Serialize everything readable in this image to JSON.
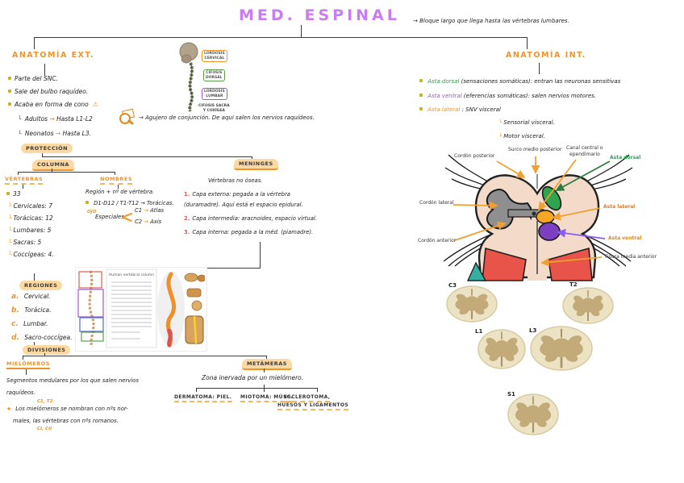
{
  "title": "MED. ESPINAL",
  "title_note": "Bloque largo que llega hasta las vértebras lumbares.",
  "glyphs": {
    "arrow": "→",
    "corner": "└",
    "warn": "⚠",
    "star": "★",
    "magnifier": "magnifier-doodle-icon"
  },
  "ext": {
    "heading": "ANATOMÍA EXT.",
    "b1": "Parte del SNC.",
    "b2": "Sale del bulbo raquídeo.",
    "b3": "Acaba en forma de cono",
    "adultos": "Adultos",
    "adultos_dest": "Hasta L1-L2",
    "neonatos": "Neonatos",
    "neonatos_dest": "Hasta L3.",
    "lupa_note": "Agujero de conjunción. De aquí salen los nervios raquídeos."
  },
  "proteccion": {
    "badge": "PROTECCIÓN",
    "columna": "COLUMNA",
    "vertebras": {
      "heading": "VÉRTEBRAS",
      "total": "33",
      "items": [
        "Cervicales: 7",
        "Torácicas: 12",
        "Lumbares: 5",
        "Sacras: 5",
        "Coccígeas: 4."
      ]
    },
    "nombres": {
      "heading": "NOMBRES",
      "l1": "Región + nº de vértebra.",
      "l2": "D1-D12 / T1-T12",
      "l2_dest": "Torácicas.",
      "ojo": "OJO",
      "especiales": "Especiales",
      "c1": "C1",
      "c1_dest": "Atlas",
      "c2": "C2",
      "c2_dest": "Axis"
    },
    "meninges": {
      "heading": "MENINGES",
      "intro": "Vértebras no óseas.",
      "n1": "1.",
      "i1": "Capa externa: pegada a la vértebra (duramadre). Aquí está el espacio epidural.",
      "n2": "2.",
      "i2": "Capa intermedia: aracnoides, espacio virtual.",
      "n3": "3.",
      "i3": "Capa interna: pegada a la méd. (piamadre)."
    }
  },
  "curvas": {
    "c1a": "LORDOSIS",
    "c1b": "CERVICAL",
    "c2a": "CIFOSIS",
    "c2b": "DORSAL",
    "c3a": "LORDOSIS",
    "c3b": "LUMBAR",
    "c4a": "CIFOSIS SACRA",
    "c4b": "Y COXÍGEA"
  },
  "regiones": {
    "badge": "REGIONES",
    "a": "a.",
    "a_t": "Cervical.",
    "b": "b.",
    "b_t": "Torácica.",
    "c": "c.",
    "c_t": "Lumbar.",
    "d": "d.",
    "d_t": "Sacro-coccígea."
  },
  "divisiones": {
    "badge": "DIVISIONES",
    "mielomeros": {
      "heading": "MIELÓMEROS",
      "l1": "Segmentos medulares por los que salen nervios",
      "l2": "raquídeos.",
      "ex_top": "C1, T2",
      "l3": "Los mielómeros se nombran con nºs nor-",
      "l4": "males, las vértebras con nºs romanos.",
      "ex_bottom": "CI, CII"
    },
    "metameras": {
      "heading": "METÁMERAS",
      "intro": "Zona inervada por un mielómero.",
      "b1": "DERMATOMA: PIEL.",
      "b2": "MIOTOMA: MÚSC.",
      "b3a": "ESCLEROTOMA,",
      "b3b": "HUESOS Y LIGAMENTOS"
    }
  },
  "int": {
    "heading": "ANATOMÍA INT.",
    "t1": "Asta dorsal",
    "r1": "(sensaciones somáticas): entran las neuronas sensitivas",
    "t2": "Asta ventral",
    "r2": "(eferencias somáticas): salen nervios motores.",
    "t3": "Asta lateral",
    "r3": ": SNV visceral",
    "s1": "Sensorial visceral.",
    "s2": "Motor visceral."
  },
  "cord": {
    "cordon_posterior": "Cordón posterior",
    "surco_medio": "Surco medio posterior",
    "canal_1": "Canal central o",
    "canal_2": "ependimario",
    "asta_dorsal": "Asta dorsal",
    "cordon_lateral": "Cordón lateral",
    "asta_lateral": "Asta lateral",
    "cordon_anterior": "Cordón anterior",
    "asta_ventral": "Asta ventral",
    "fisura": "Fisura media anterior"
  },
  "sections": {
    "c3": "C3",
    "t2": "T2",
    "l1": "L1",
    "l3": "L3",
    "s1": "S1"
  },
  "column_fig_title": "Human vertebral column",
  "colors": {
    "title_purple": "#c97df0",
    "accent_orange": "#f0932a",
    "green": "#2f9e4f",
    "purple": "#9b59c9",
    "ink": "#222222",
    "highlight": "#fcd9a3",
    "red": "#e2574c"
  }
}
